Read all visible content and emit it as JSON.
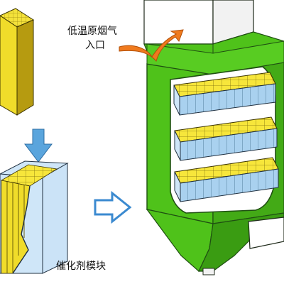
{
  "labels": {
    "inlet_line1": "低温原烟气",
    "inlet_line2": "入口",
    "catalyst_module": "催化剂模块"
  },
  "watermark": "",
  "colors": {
    "reactor_green": "#4fc21a",
    "reactor_outline": "#1f4f12",
    "catalyst_yellow": "#f7e63b",
    "catalyst_side": "#a9d1ef",
    "flow_arrow_blue": "#5aa5dd",
    "inlet_arrow_orange": "#f07a1e"
  },
  "icons": {
    "down_arrow": "down-arrow-icon",
    "right_arrow": "right-arrow-icon",
    "inlet_arrow": "curved-orange-arrow-icon"
  }
}
